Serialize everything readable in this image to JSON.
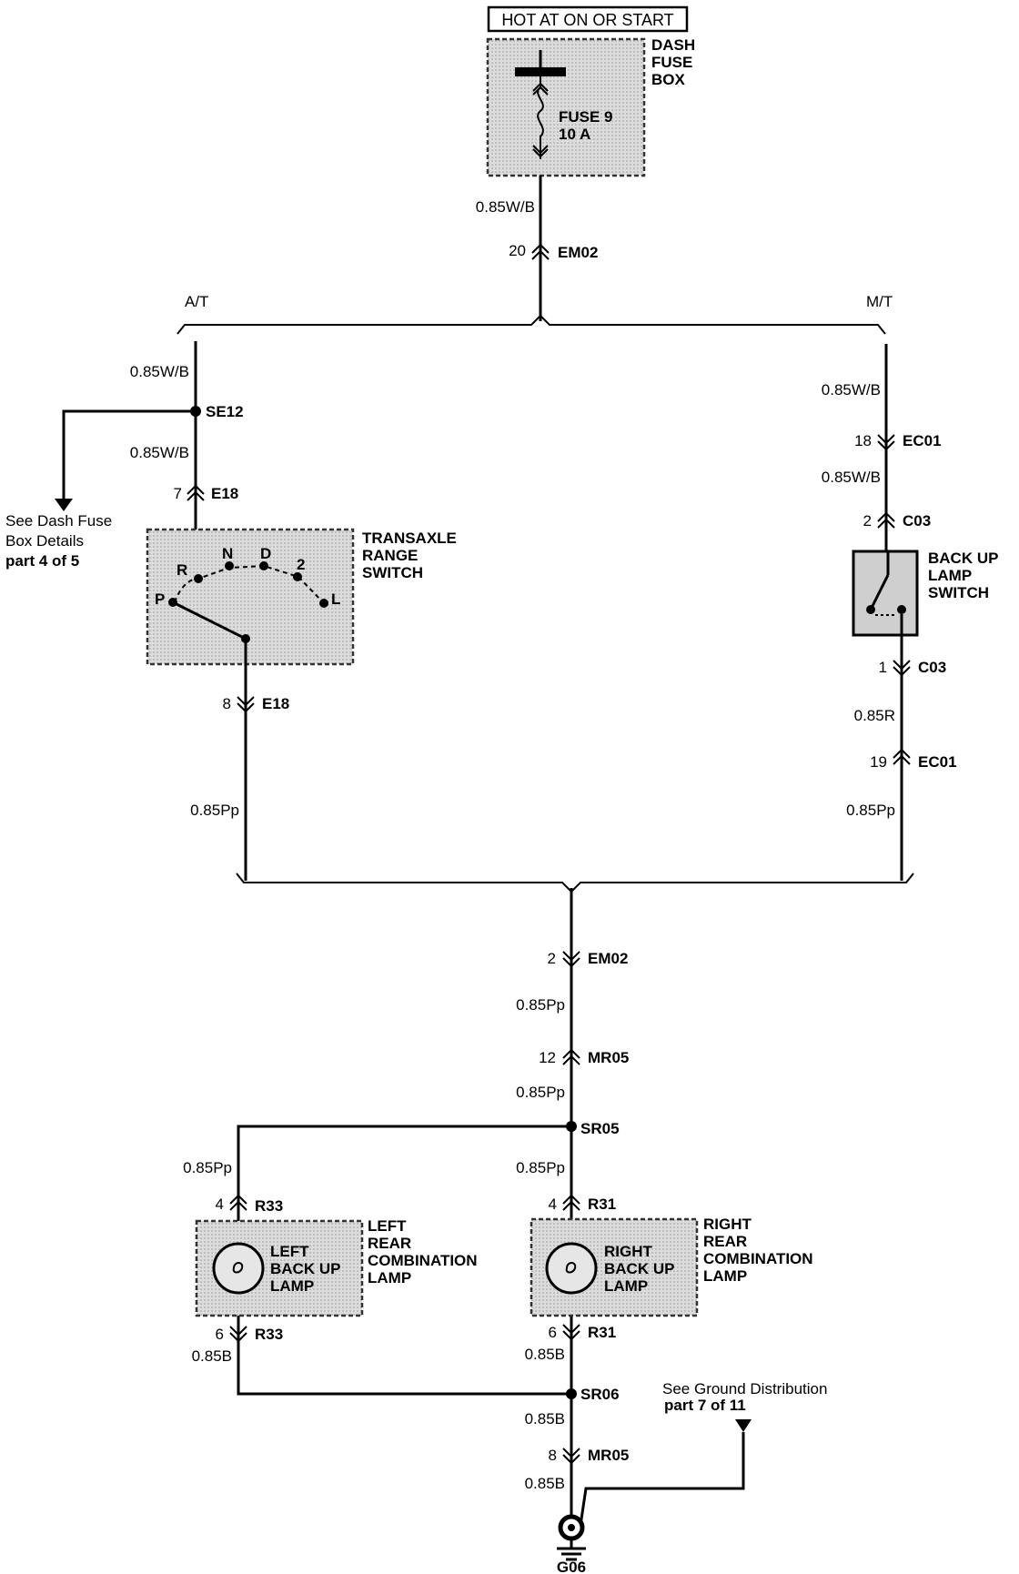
{
  "header": {
    "power_label": "HOT AT ON OR START"
  },
  "fuse_box": {
    "name": [
      "DASH",
      "FUSE",
      "BOX"
    ],
    "fuse": [
      "FUSE 9",
      "10 A"
    ]
  },
  "wires": {
    "feed": "0.85W/B",
    "at_1": "0.85W/B",
    "at_2": "0.85W/B",
    "at_out": "0.85Pp",
    "mt_1": "0.85W/B",
    "mt_2": "0.85W/B",
    "mt_3": "0.85R",
    "mt_out": "0.85Pp",
    "common_1": "0.85Pp",
    "common_2": "0.85Pp",
    "left_in": "0.85Pp",
    "right_in": "0.85Pp",
    "left_gnd": "0.85B",
    "right_gnd": "0.85B",
    "gnd_1": "0.85B",
    "gnd_2": "0.85B"
  },
  "connectors": {
    "em02_top": {
      "pin": "20",
      "name": "EM02"
    },
    "e18_in": {
      "pin": "7",
      "name": "E18"
    },
    "e18_out": {
      "pin": "8",
      "name": "E18"
    },
    "ec01_in": {
      "pin": "18",
      "name": "EC01"
    },
    "c03_in": {
      "pin": "2",
      "name": "C03"
    },
    "c03_out": {
      "pin": "1",
      "name": "C03"
    },
    "ec01_out": {
      "pin": "19",
      "name": "EC01"
    },
    "em02_bottom": {
      "pin": "2",
      "name": "EM02"
    },
    "mr05_top": {
      "pin": "12",
      "name": "MR05"
    },
    "r33_in": {
      "pin": "4",
      "name": "R33"
    },
    "r33_out": {
      "pin": "6",
      "name": "R33"
    },
    "r31_in": {
      "pin": "4",
      "name": "R31"
    },
    "r31_out": {
      "pin": "6",
      "name": "R31"
    },
    "mr05_bottom": {
      "pin": "8",
      "name": "MR05"
    }
  },
  "splices": {
    "se12": "SE12",
    "sr05": "SR05",
    "sr06": "SR06"
  },
  "options": {
    "at": "A/T",
    "mt": "M/T"
  },
  "references": {
    "dash_fuse": [
      "See Dash Fuse",
      "Box Details",
      "part 4 of 5"
    ],
    "ground_dist": [
      "See Ground Distribution",
      "part 7 of 11"
    ]
  },
  "components": {
    "transaxle": {
      "name": [
        "TRANSAXLE",
        "RANGE",
        "SWITCH"
      ],
      "positions": [
        "P",
        "R",
        "N",
        "D",
        "2",
        "L"
      ]
    },
    "backup_switch": {
      "name": [
        "BACK UP",
        "LAMP",
        "SWITCH"
      ]
    },
    "left_lamp": {
      "bulb": [
        "LEFT",
        "BACK UP",
        "LAMP"
      ],
      "name": [
        "LEFT",
        "REAR",
        "COMBINATION",
        "LAMP"
      ]
    },
    "right_lamp": {
      "bulb": [
        "RIGHT",
        "BACK UP",
        "LAMP"
      ],
      "name": [
        "RIGHT",
        "REAR",
        "COMBINATION",
        "LAMP"
      ]
    }
  },
  "ground": {
    "name": "G06"
  }
}
